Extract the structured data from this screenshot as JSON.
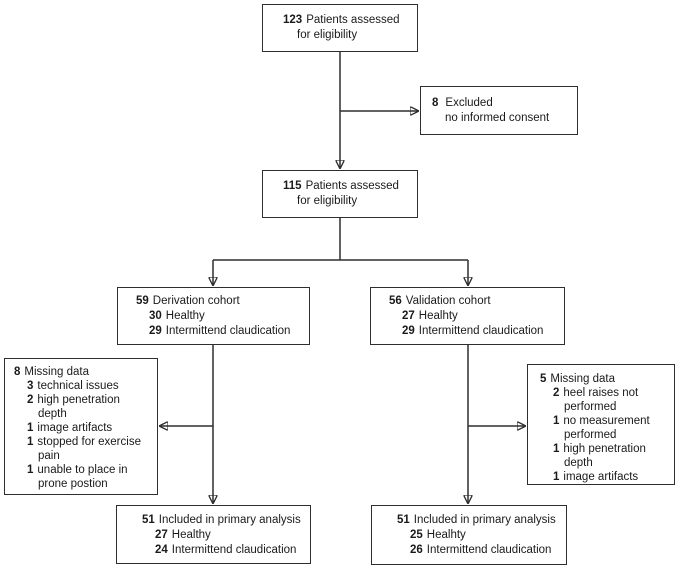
{
  "boxes": {
    "assessed123": {
      "num": "123",
      "text": "Patients assessed",
      "cont": "for eligibility"
    },
    "excluded": {
      "num": "8",
      "text": "Excluded",
      "cont": "no informed consent"
    },
    "assessed115": {
      "num": "115",
      "text": "Patients assessed",
      "cont": "for eligibility"
    },
    "derivation": {
      "num": "59",
      "text": "Derivation cohort",
      "items": [
        {
          "num": "30",
          "text": "Healthy"
        },
        {
          "num": "29",
          "text": "Intermittend claudication"
        }
      ]
    },
    "validation": {
      "num": "56",
      "text": "Validation cohort",
      "items": [
        {
          "num": "27",
          "text": "Healhty"
        },
        {
          "num": "29",
          "text": "Intermittend claudication"
        }
      ]
    },
    "missingLeft": {
      "num": "8",
      "text": "Missing data",
      "items": [
        {
          "num": "3",
          "text": "technical issues",
          "cont": ""
        },
        {
          "num": "2",
          "text": "high penetration",
          "cont": "depth"
        },
        {
          "num": "1",
          "text": "image artifacts",
          "cont": ""
        },
        {
          "num": "1",
          "text": "stopped for exercise",
          "cont": "pain"
        },
        {
          "num": "1",
          "text": "unable to place in",
          "cont": "prone postion"
        }
      ]
    },
    "missingRight": {
      "num": "5",
      "text": "Missing data",
      "items": [
        {
          "num": "2",
          "text": "heel raises not",
          "cont": "performed"
        },
        {
          "num": "1",
          "text": "no measurement",
          "cont": "performed"
        },
        {
          "num": "1",
          "text": "high penetration",
          "cont": "depth"
        },
        {
          "num": "1",
          "text": "image artifacts",
          "cont": ""
        }
      ]
    },
    "primaryLeft": {
      "num": "51",
      "text": "Included in primary analysis",
      "items": [
        {
          "num": "27",
          "text": "Healthy"
        },
        {
          "num": "24",
          "text": "Intermittend claudication"
        }
      ]
    },
    "primaryRight": {
      "num": "51",
      "text": "Included in primary analysis",
      "items": [
        {
          "num": "25",
          "text": "Healhty"
        },
        {
          "num": "26",
          "text": "Intermittend claudication"
        }
      ]
    }
  },
  "colors": {
    "line": "#2e2e2e",
    "background": "#ffffff",
    "text": "#1a1a1a"
  }
}
